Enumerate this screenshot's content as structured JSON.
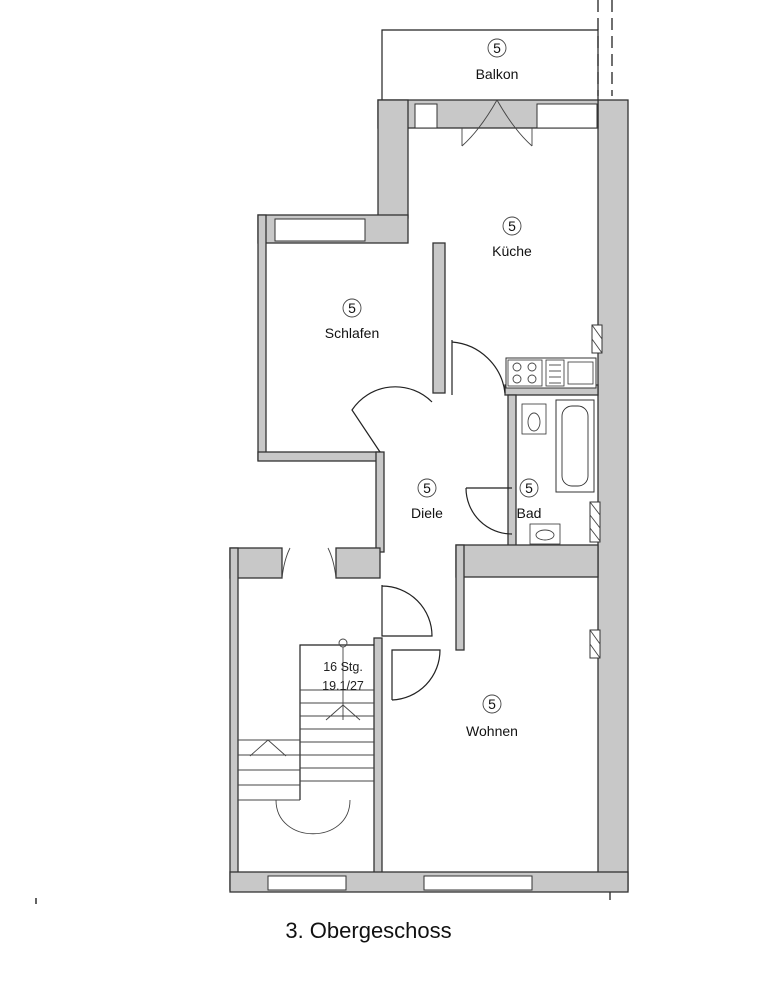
{
  "rooms": {
    "balkon": {
      "number": "5",
      "name": "Balkon"
    },
    "kueche": {
      "number": "5",
      "name": "Küche"
    },
    "schlafen": {
      "number": "5",
      "name": "Schlafen"
    },
    "diele": {
      "number": "5",
      "name": "Diele"
    },
    "bad": {
      "number": "5",
      "name": "Bad"
    },
    "wohnen": {
      "number": "5",
      "name": "Wohnen"
    }
  },
  "stairs": {
    "steps": "16 Stg.",
    "dimension": "19.1/27"
  },
  "caption": "3. Obergeschoss"
}
